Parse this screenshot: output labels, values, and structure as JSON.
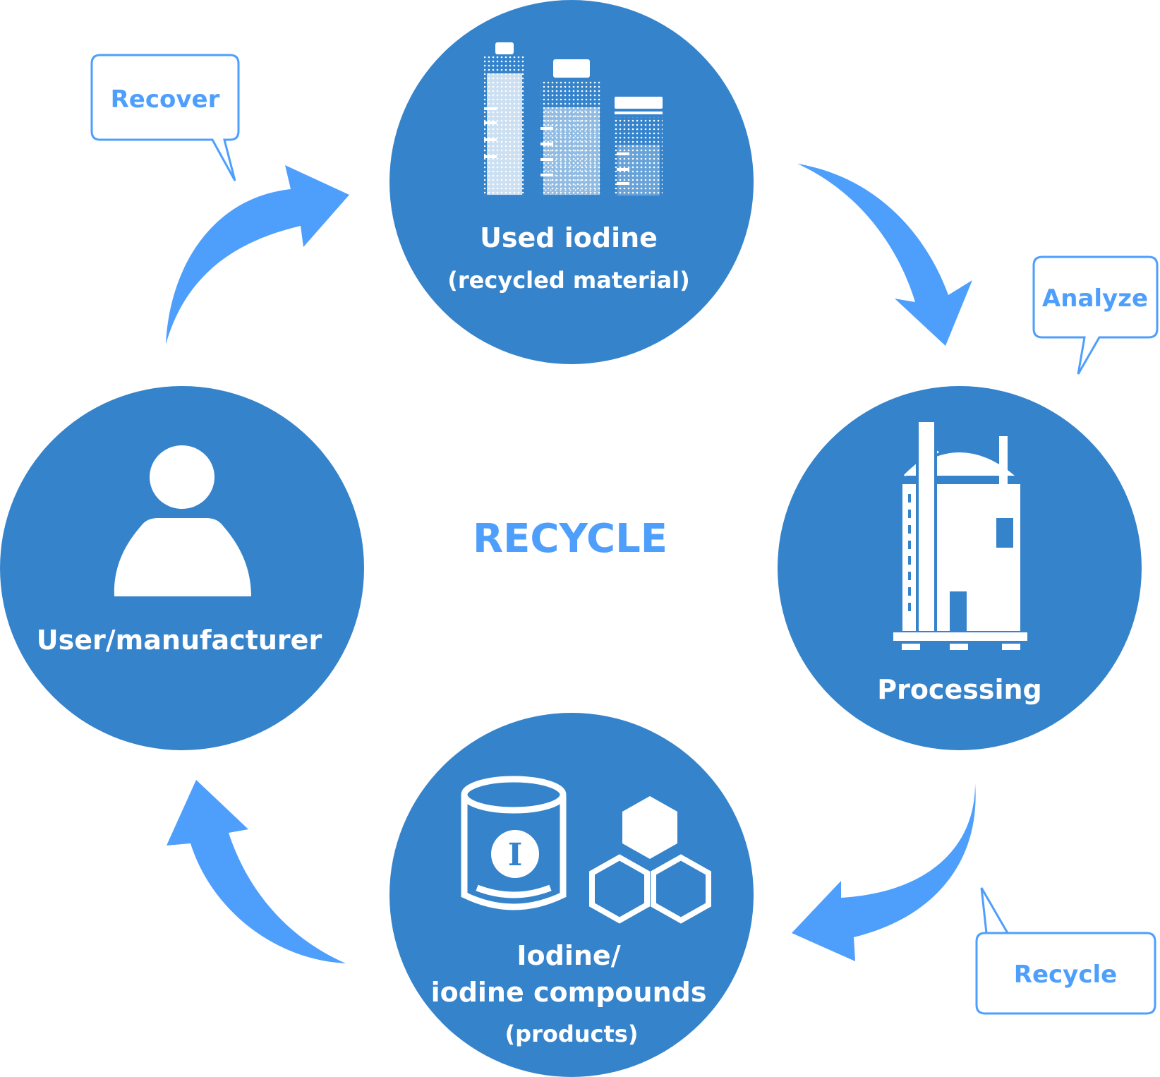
{
  "colors": {
    "circle": "#3583cb",
    "arrow": "#4e9ffc",
    "accent_text": "#4e9ffc",
    "white": "#ffffff"
  },
  "center": {
    "label": "RECYCLE"
  },
  "nodes": {
    "used_iodine": {
      "title": "Used iodine",
      "subtitle": "(recycled material)",
      "icon": "bottles-icon"
    },
    "processing": {
      "title": "Processing",
      "icon": "factory-icon"
    },
    "products": {
      "line1": "Iodine/",
      "line2": "iodine compounds",
      "subtitle": "(products)",
      "icon": "iodine-can-icon"
    },
    "user": {
      "title": "User/manufacturer",
      "icon": "person-icon"
    }
  },
  "callouts": {
    "recover": "Recover",
    "analyze": "Analyze",
    "recycle": "Recycle"
  },
  "can_symbol": "I"
}
